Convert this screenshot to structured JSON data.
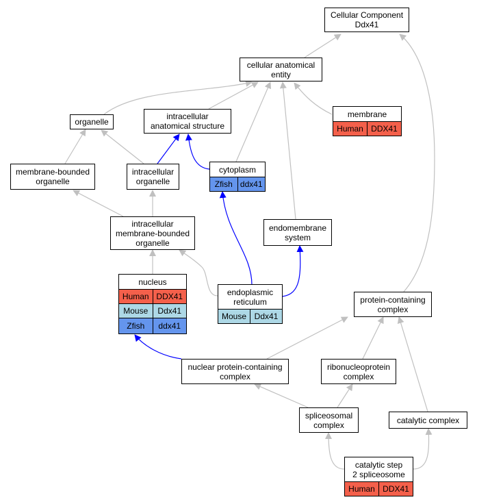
{
  "nodes": {
    "cellular_component": "Cellular Component\nDdx41",
    "cellular_anatomical_entity": "cellular anatomical\nentity",
    "organelle": "organelle",
    "intracellular_anatomical_structure": "intracellular\nanatomical structure",
    "membrane": "membrane",
    "membrane_bounded_organelle": "membrane-bounded\norganelle",
    "intracellular_organelle": "intracellular\norganelle",
    "cytoplasm": "cytoplasm",
    "intracellular_membrane_bounded_organelle": "intracellular\nmembrane-bounded\norganelle",
    "endomembrane_system": "endomembrane\nsystem",
    "nucleus": "nucleus",
    "endoplasmic_reticulum": "endoplasmic\nreticulum",
    "protein_containing_complex": "protein-containing\ncomplex",
    "nuclear_protein_containing_complex": "nuclear protein-containing\ncomplex",
    "ribonucleoprotein_complex": "ribonucleoprotein\ncomplex",
    "spliceosomal_complex": "spliceosomal\ncomplex",
    "catalytic_complex": "catalytic complex",
    "catalytic_step_2_spliceosome": "catalytic step\n2 spliceosome"
  },
  "annotations": {
    "membrane_human": {
      "species": "Human",
      "gene": "DDX41"
    },
    "cytoplasm_zfish": {
      "species": "Zfish",
      "gene": "ddx41"
    },
    "nucleus_human": {
      "species": "Human",
      "gene": "DDX41"
    },
    "nucleus_mouse": {
      "species": "Mouse",
      "gene": "Ddx41"
    },
    "nucleus_zfish": {
      "species": "Zfish",
      "gene": "ddx41"
    },
    "er_mouse": {
      "species": "Mouse",
      "gene": "Ddx41"
    },
    "spliceosome_human": {
      "species": "Human",
      "gene": "DDX41"
    }
  },
  "colors": {
    "human": "#f4604b",
    "mouse": "#add8e6",
    "zfish": "#6495ed",
    "edge_gray": "#c0c0c0",
    "edge_blue": "#0000ff"
  }
}
